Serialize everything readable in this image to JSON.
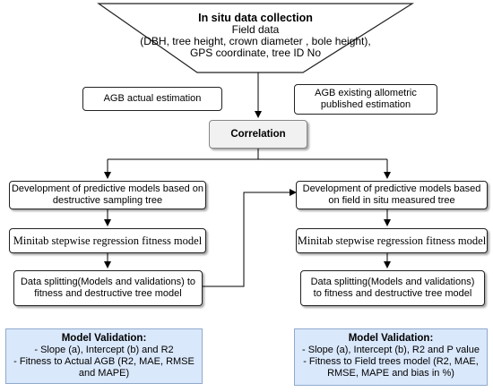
{
  "header": {
    "title": "In situ data collection",
    "line1": "Field data",
    "line2": "(DBH, tree height, crown diameter , bole height),",
    "line3": "GPS coordinate, tree ID No"
  },
  "agb_actual": "AGB actual estimation",
  "agb_existing": "AGB existing allometric published estimation",
  "correlation": "Correlation",
  "left": {
    "models": "Development of predictive models based on destructive sampling tree",
    "minitab": "Minitab stepwise regression fitness model",
    "splitting": "Data splitting(Models and validations) to fitness and destructive tree model",
    "validation_title": "Model Validation:",
    "validation_lines": [
      "- Slope (a), Intercept (b) and R2",
      "- Fitness to Actual AGB (R2, MAE, RMSE",
      "and MAPE)"
    ]
  },
  "right": {
    "models": "Development of predictive models based on field in situ measured tree",
    "minitab": "Minitab stepwise regression fitness model",
    "splitting": "Data splitting(Models and validations) to fitness and destructive tree model",
    "validation_title": "Model Validation:",
    "validation_lines": [
      "- Slope (a), Intercept (b), R2 and P value",
      "- Fitness to Field trees model (R2, MAE,",
      "RMSE, MAPE and bias in %)"
    ]
  }
}
